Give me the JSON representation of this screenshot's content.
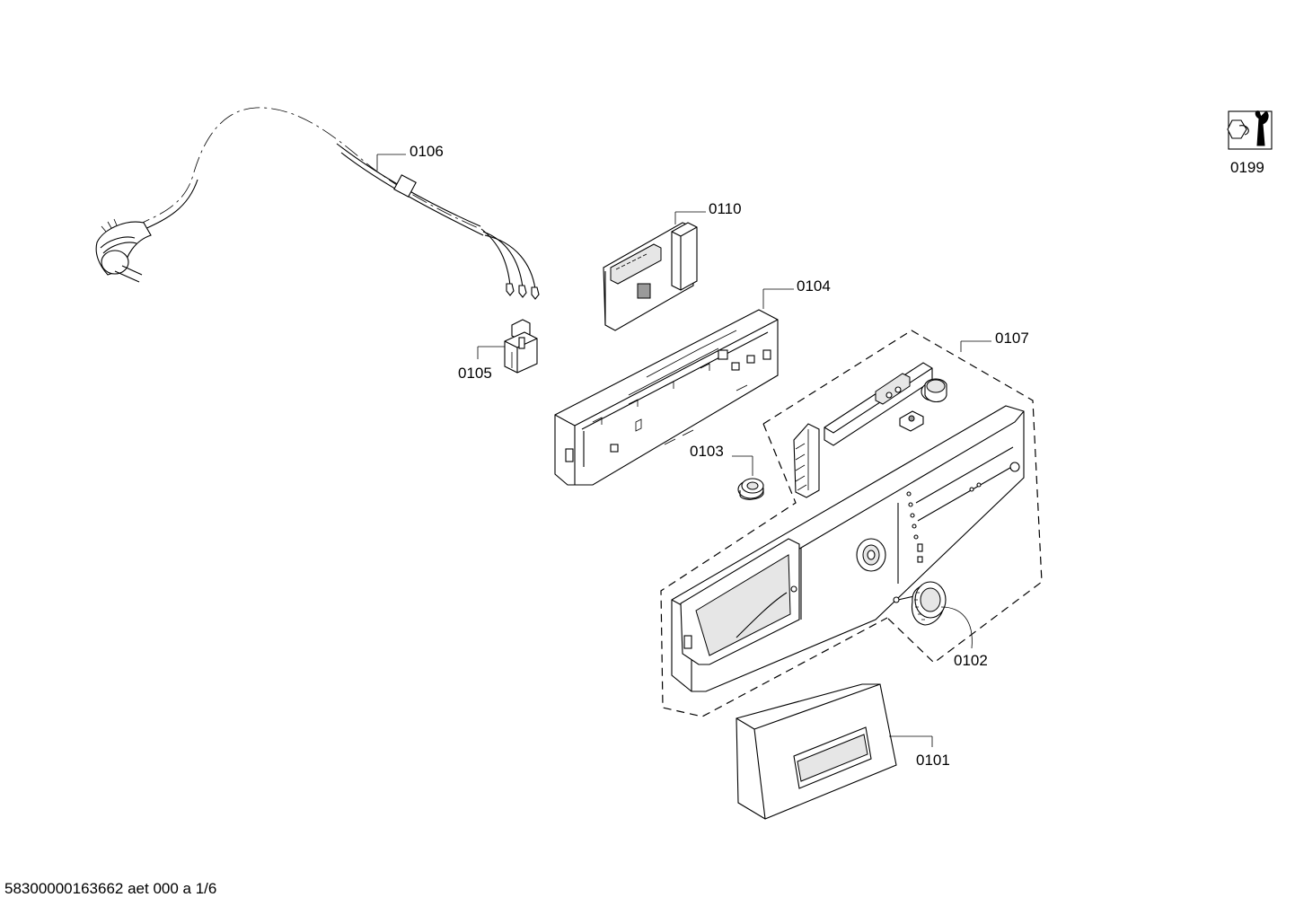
{
  "labels": {
    "p0101": "0101",
    "p0102": "0102",
    "p0103": "0103",
    "p0104": "0104",
    "p0105": "0105",
    "p0106": "0106",
    "p0107": "0107",
    "p0110": "0110",
    "p0199": "0199"
  },
  "footer": {
    "text": "58300000163662 aet 000 a 1/6"
  },
  "icons": {
    "service_icon": "wrench-nut-icon"
  }
}
